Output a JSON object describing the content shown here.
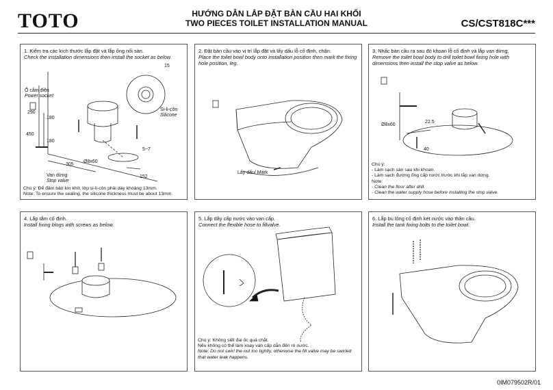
{
  "header": {
    "logo": "TOTO",
    "title_vi": "HƯỚNG DẪN LẮP ĐẶT BÀN CẦU HAI KHỐI",
    "title_en": "TWO PIECES TOILET INSTALLATION MANUAL",
    "model": "CS/CST818C***"
  },
  "steps": [
    {
      "vi": "1. Kiểm tra các kích thước lắp đặt và lắp ống nối sàn.",
      "en": "Check the installation dimensions then install the socket as below.",
      "labels": {
        "power_vi": "Ổ cắm điện",
        "power_en": "Power socket",
        "silicone_vi": "Si-li-côn",
        "silicone_en": "Silicone",
        "stop_vi": "Van dừng",
        "stop_en": "Stop valve",
        "d15": "15",
        "d290": "290",
        "d180": "180",
        "d450": "450",
        "d305": "305",
        "d152": "152",
        "hole": "Ø8x60",
        "d57": "5~7"
      },
      "note_vi": "Chú ý: Để đảm bảo kín khít, lớp si-li-côn phải dày khoảng 13mm.",
      "note_en": "Note: To ensure the sealing, the silicone thickness must be about 13mm."
    },
    {
      "vi": "2. Đặt bàn cầu vào vị trí lắp đặt và lấy dấu lỗ cố định, chân.",
      "en": "Place the toilet bowl body onto installation position then mark the fixing hole position, leg.",
      "labels": {
        "mark": "Lấy dấu/ Mark"
      }
    },
    {
      "vi": "3. Nhấc bàn cầu ra sau đó khoan lỗ cố định và lắp van dừng.",
      "en": "Remove the toilet bowl body to drill toilet bowl fixing hole with dimensions then install the stop valve as below.",
      "labels": {
        "hole": "Ø8x60",
        "d225": "22.5",
        "d40": "40"
      },
      "note_lines_vi": [
        "Chú ý:",
        "- Làm sạch sàn sau khi khoan.",
        "- Làm sạch đường ống cấp nước trước khi lắp van dừng.",
        "Note:"
      ],
      "note_lines_en": [
        "- Clean the floor after drill.",
        "- Clean the water supply hose before installing the stop valve."
      ]
    },
    {
      "vi": "4. Lắp tắm cố định.",
      "en": "Install fixing blogs with screws as below."
    },
    {
      "vi": "5. Lắp dây cấp nước vào van cấp.",
      "en": "Connect the flexible hose to fillvalve.",
      "note_vi1": "Chú ý: Không siết đai ốc quá chặt.",
      "note_vi2": "Nếu không có thể làm xoay van cấp dẫn đến rò nước.",
      "note_en": "Note: Do not swirl the nut too tightly, otherwise the fill valve may be swirled that water leak happens."
    },
    {
      "vi": "6. Lắp bu lông cố định két nước vào thân cầu.",
      "en": "Install the tank fixing bolts to the toilet bowl."
    }
  ],
  "footer": {
    "code": "0IM079502R/01"
  }
}
